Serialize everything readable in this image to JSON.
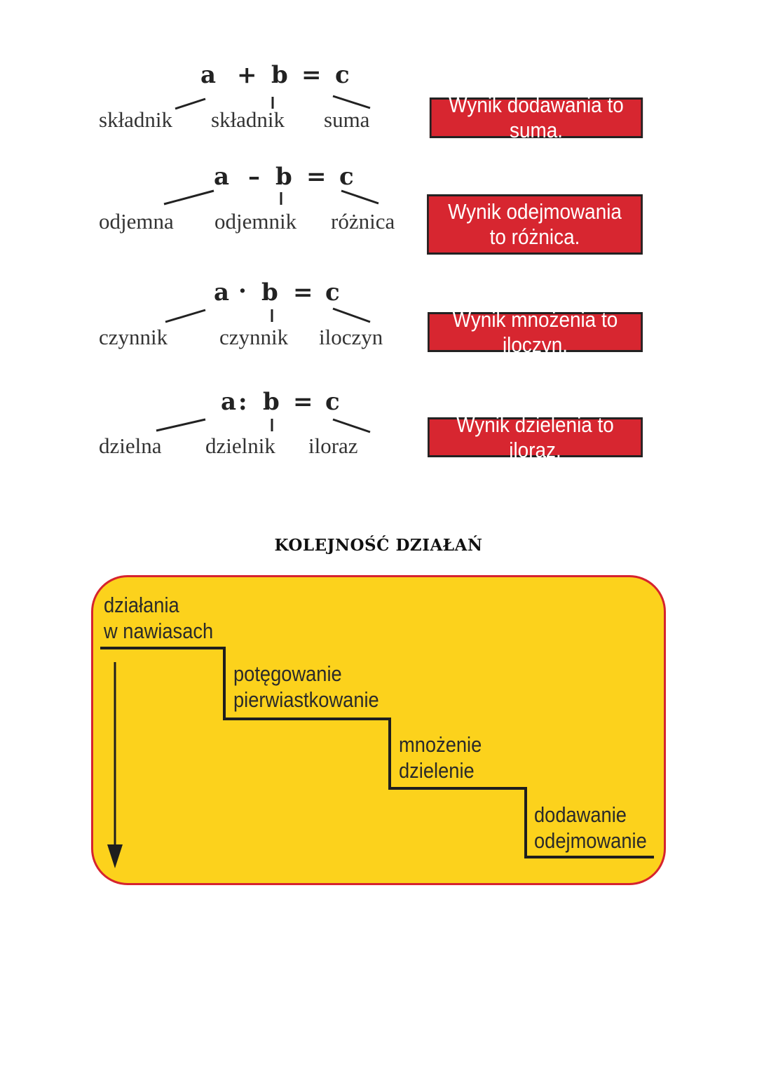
{
  "operations": [
    {
      "id": "addition",
      "a": "a",
      "op": "+",
      "b": "b",
      "eq": "=",
      "c": "c",
      "term1": "składnik",
      "term2": "składnik",
      "result": "suma",
      "box_lines": [
        "Wynik dodawania to suma."
      ]
    },
    {
      "id": "subtraction",
      "a": "a",
      "op": "–",
      "b": "b",
      "eq": "=",
      "c": "c",
      "term1": "odjemna",
      "term2": "odjemnik",
      "result": "różnica",
      "box_lines": [
        "Wynik odejmowania",
        "to różnica."
      ]
    },
    {
      "id": "multiplication",
      "a": "a",
      "op": "·",
      "b": "b",
      "eq": "=",
      "c": "c",
      "term1": "czynnik",
      "term2": "czynnik",
      "result": "iloczyn",
      "box_lines": [
        "Wynik mnożenia to iloczyn."
      ]
    },
    {
      "id": "division",
      "a": "a",
      "op": ":",
      "b": "b",
      "eq": "=",
      "c": "c",
      "term1": "dzielna",
      "term2": "dzielnik",
      "result": "iloraz",
      "box_lines": [
        "Wynik dzielenia to iloraz."
      ]
    }
  ],
  "order": {
    "title": "KOLEJNOŚĆ DZIAŁAŃ",
    "steps": [
      [
        "działania",
        "w nawiasach"
      ],
      [
        "potęgowanie",
        "pierwiastkowanie"
      ],
      [
        "mnożenie",
        "dzielenie"
      ],
      [
        "dodawanie",
        "odejmowanie"
      ]
    ]
  },
  "colors": {
    "box_red": "#d72630",
    "panel_yellow": "#fcd21c",
    "panel_border": "#d6232e"
  }
}
